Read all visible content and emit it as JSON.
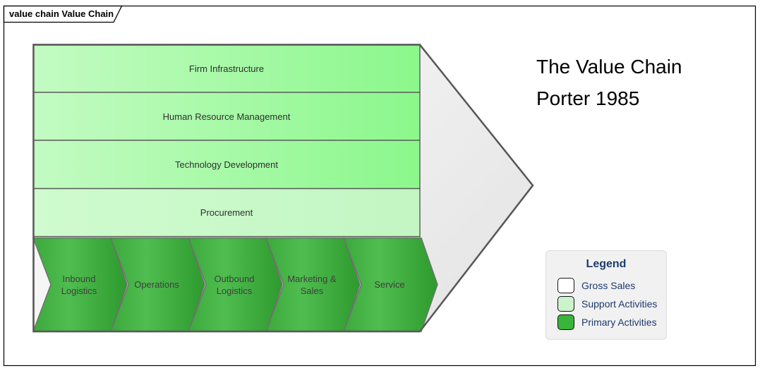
{
  "tab": {
    "label": "value chain Value Chain"
  },
  "title": "The Value Chain\nPorter 1985",
  "diagram": {
    "support_activities": [
      {
        "label": "Firm Infrastructure"
      },
      {
        "label": "Human Resource Management"
      },
      {
        "label": "Technology Development"
      },
      {
        "label": "Procurement"
      }
    ],
    "primary_activities": [
      {
        "label": "Inbound\nLogistics"
      },
      {
        "label": "Operations"
      },
      {
        "label": "Outbound\nLogistics"
      },
      {
        "label": "Marketing &\nSales"
      },
      {
        "label": "Service"
      }
    ]
  },
  "legend": {
    "title": "Legend",
    "items": [
      {
        "label": "Gross Sales",
        "color": "#ffffff"
      },
      {
        "label": "Support Activities",
        "color": "#cdf3cd"
      },
      {
        "label": "Primary Activities",
        "color": "#3ab43a"
      }
    ]
  },
  "colors": {
    "support_band_light": "#c3fbc3",
    "support_band_bright": "#8bf88b",
    "primary_chevron_green": "#3aa93a",
    "gross_sales_arrow_gray": "#efefef",
    "outline_gray": "#595959",
    "legend_text_navy": "#1e3a6e"
  }
}
